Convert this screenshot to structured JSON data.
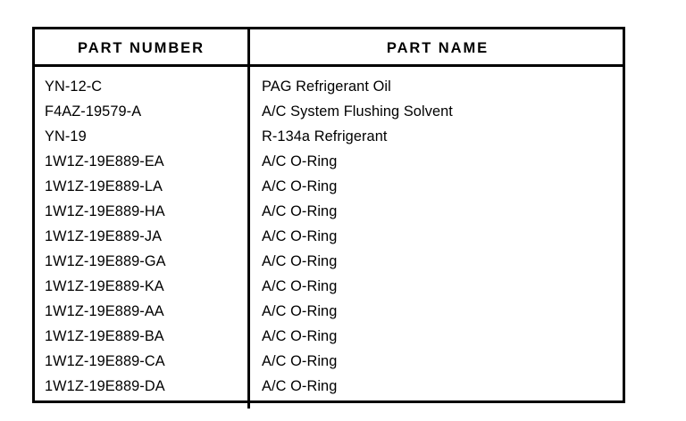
{
  "table": {
    "columns": [
      {
        "key": "part_number",
        "header": "PART NUMBER"
      },
      {
        "key": "part_name",
        "header": "PART NAME"
      }
    ],
    "rows": [
      {
        "part_number": "YN-12-C",
        "part_name": "PAG Refrigerant Oil"
      },
      {
        "part_number": "F4AZ-19579-A",
        "part_name": "A/C System Flushing Solvent"
      },
      {
        "part_number": "YN-19",
        "part_name": "R-134a Refrigerant"
      },
      {
        "part_number": "1W1Z-19E889-EA",
        "part_name": "A/C O-Ring"
      },
      {
        "part_number": "1W1Z-19E889-LA",
        "part_name": "A/C O-Ring"
      },
      {
        "part_number": "1W1Z-19E889-HA",
        "part_name": "A/C O-Ring"
      },
      {
        "part_number": "1W1Z-19E889-JA",
        "part_name": "A/C O-Ring"
      },
      {
        "part_number": "1W1Z-19E889-GA",
        "part_name": "A/C O-Ring"
      },
      {
        "part_number": "1W1Z-19E889-KA",
        "part_name": "A/C O-Ring"
      },
      {
        "part_number": "1W1Z-19E889-AA",
        "part_name": "A/C O-Ring"
      },
      {
        "part_number": "1W1Z-19E889-BA",
        "part_name": "A/C O-Ring"
      },
      {
        "part_number": "1W1Z-19E889-CA",
        "part_name": "A/C O-Ring"
      },
      {
        "part_number": "1W1Z-19E889-DA",
        "part_name": "A/C O-Ring"
      }
    ]
  },
  "colors": {
    "ink": "#000000",
    "paper": "#ffffff"
  }
}
